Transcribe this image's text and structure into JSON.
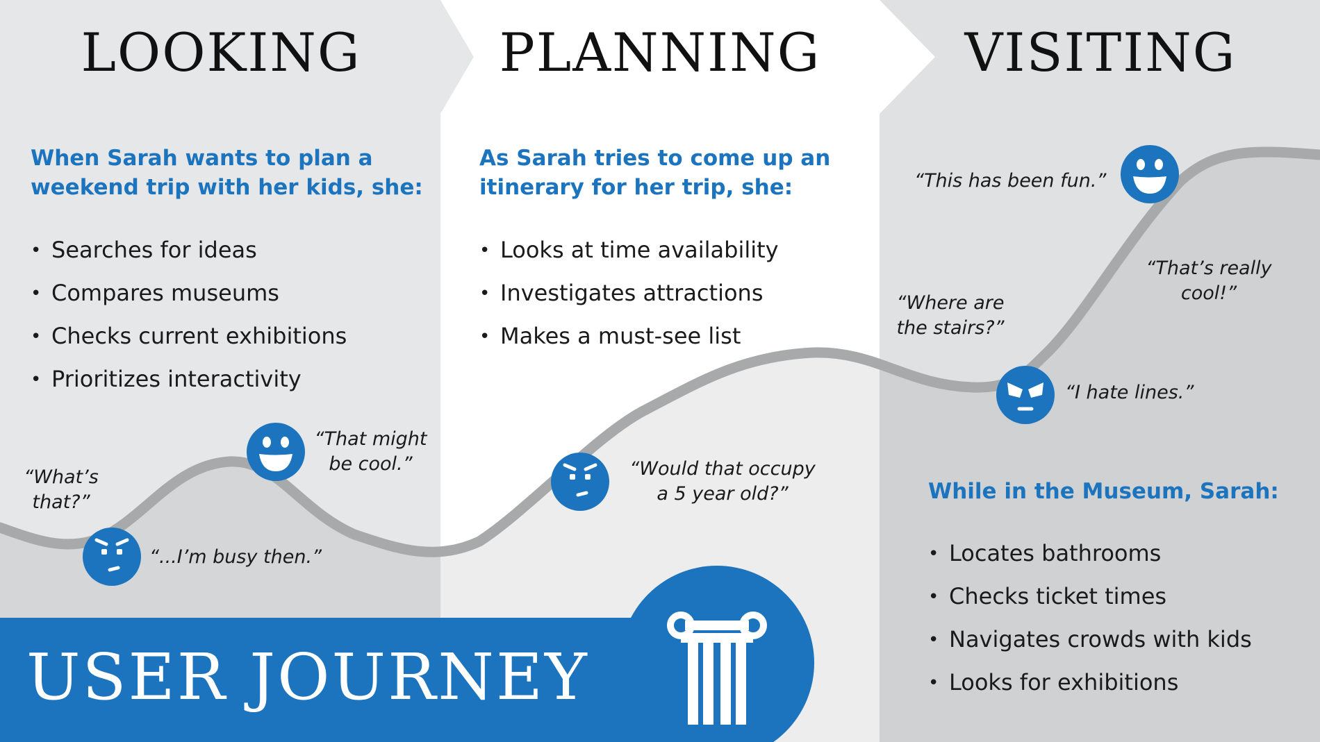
{
  "colors": {
    "accent": "#1b74bd",
    "panel_left": "#e6e7e9",
    "panel_mid": "#ffffff",
    "panel_right": "#e0e1e3",
    "curve": "#a7a9ab",
    "text": "#1a1a1a"
  },
  "phases": [
    {
      "title": "LOOKING",
      "intro": [
        "When Sarah wants to plan a",
        "weekend trip with her kids, she:"
      ],
      "items": [
        "Searches for ideas",
        "Compares museums",
        "Checks current exhibitions",
        "Prioritizes interactivity"
      ]
    },
    {
      "title": "PLANNING",
      "intro": [
        "As Sarah tries to come up an",
        "itinerary for her trip, she:"
      ],
      "items": [
        "Looks at time availability",
        "Investigates attractions",
        "Makes a must-see list"
      ]
    },
    {
      "title": "VISITING",
      "intro": [
        "While in the Museum, Sarah:"
      ],
      "items": [
        "Locates bathrooms",
        "Checks ticket times",
        "Navigates crowds with kids",
        "Looks for exhibitions"
      ]
    }
  ],
  "quotes": [
    {
      "lines": [
        "“What’s",
        "that?”"
      ]
    },
    {
      "lines": [
        "“...I’m busy then.”"
      ]
    },
    {
      "lines": [
        "“That might",
        "be cool.”"
      ]
    },
    {
      "lines": [
        "“Would that occupy",
        "a 5 year old?”"
      ]
    },
    {
      "lines": [
        "“Where are",
        "the stairs?”"
      ]
    },
    {
      "lines": [
        "“I hate lines.”"
      ]
    },
    {
      "lines": [
        "“This has been fun.”"
      ]
    },
    {
      "lines": [
        "“That’s really",
        "cool!”"
      ]
    }
  ],
  "emotions": [
    {
      "mood": "annoyed"
    },
    {
      "mood": "happy"
    },
    {
      "mood": "skeptical"
    },
    {
      "mood": "angry"
    },
    {
      "mood": "happy"
    }
  ],
  "banner": {
    "title": "USER JOURNEY",
    "icon": "column-icon"
  }
}
